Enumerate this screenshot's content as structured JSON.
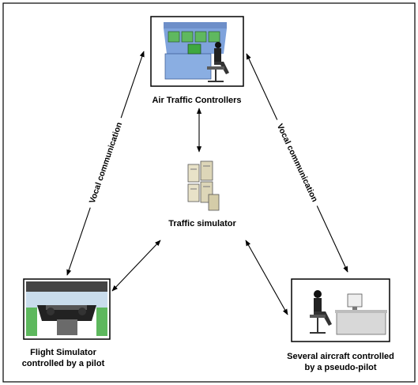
{
  "nodes": {
    "atc": {
      "label": "Air Traffic Controllers"
    },
    "traffic_sim": {
      "label": "Traffic simulator"
    },
    "flight_sim": {
      "label_line1": "Flight Simulator",
      "label_line2": "controlled by a pilot"
    },
    "pseudo_pilot": {
      "label_line1": "Several aircraft controlled",
      "label_line2": "by a pseudo-pilot"
    }
  },
  "edges": {
    "left": {
      "label": "Vocal communication"
    },
    "right": {
      "label": "Vocal communication"
    }
  }
}
